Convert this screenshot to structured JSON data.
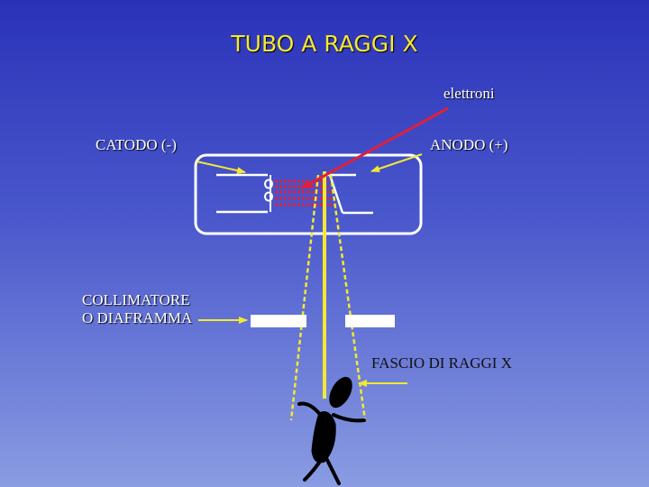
{
  "title": "TUBO A RAGGI X",
  "labels": {
    "electrons": "elettroni",
    "cathode": "CATODO (-)",
    "anode": "ANODO (+)",
    "collimator_line1": "COLLIMATORE",
    "collimator_line2": "O  DIAFRAMMA",
    "beam": "FASCIO DI RAGGI X"
  },
  "colors": {
    "title": "#f4e832",
    "pointer_arrows": "#f4e832",
    "electron_arrow": "#e0203a",
    "electron_beam": "#e0203a",
    "xray_beam": "#f4e832",
    "tube": "#ffffff",
    "collimator_plates": "#ffffff",
    "figure": "#000000"
  },
  "icons": [
    "cathode-filament-icon",
    "anode-target-icon",
    "person-figure-icon"
  ]
}
